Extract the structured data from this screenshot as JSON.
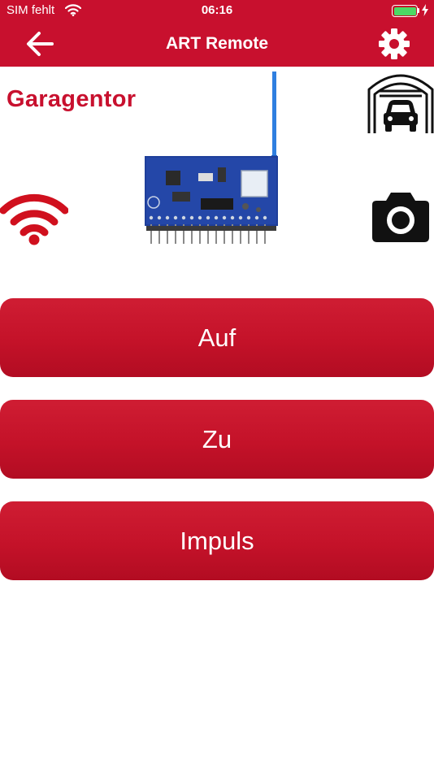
{
  "status_bar": {
    "carrier": "SIM fehlt",
    "time": "06:16",
    "battery_color": "#4cd964"
  },
  "nav": {
    "title": "ART Remote",
    "back_icon": "arrow-left-icon",
    "settings_icon": "gear-icon",
    "color": "#c8102e"
  },
  "device": {
    "name": "Garagentor"
  },
  "icons": {
    "garage": "garage-car-icon",
    "wifi": "wifi-signal-icon",
    "camera": "camera-icon",
    "board": "remote-receiver-board-image"
  },
  "buttons": [
    {
      "label": "Auf"
    },
    {
      "label": "Zu"
    },
    {
      "label": "Impuls"
    }
  ]
}
